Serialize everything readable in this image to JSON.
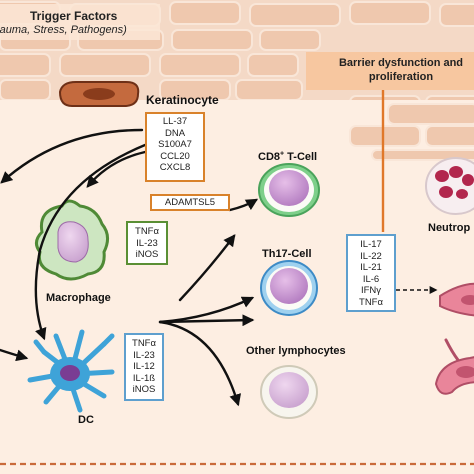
{
  "trigger": {
    "title": "Trigger Factors",
    "subtitle": "rauma, Stress, Pathogens)"
  },
  "barrier": {
    "line1": "Barrier dysfunction and",
    "line2": "proliferation"
  },
  "cells": {
    "keratinocyte": "Keratinocyte",
    "macrophage": "Macrophage",
    "dc": "DC",
    "cd8_prefix": "CD8",
    "cd8_sup": "+",
    "cd8_suffix": " T-Cell",
    "th17": "Th17-Cell",
    "other": "Other lymphocytes",
    "neutrophil": "Neutrop"
  },
  "boxes": {
    "keratinocyte_mediators": [
      "LL-37",
      "DNA",
      "S100A7",
      "CCL20",
      "CXCL8"
    ],
    "adamtsl5": "ADAMTSL5",
    "macrophage_cytokines": [
      "TNFα",
      "IL-23",
      "iNOS"
    ],
    "dc_cytokines": [
      "TNFα",
      "IL-23",
      "IL-12",
      "IL-1ß",
      "iNOS"
    ],
    "t_cell_cytokines": [
      "IL-17",
      "IL-22",
      "IL-21",
      "IL-6",
      "IFNγ",
      "TNFα"
    ]
  },
  "colors": {
    "background": "#fdeee2",
    "skin_top": "#f2cdb3",
    "orange_box": "#d9822b",
    "green_box": "#5a8f34",
    "blue_box": "#5e9fce",
    "arrow": "#111111",
    "up_arrow": "#e0782a"
  }
}
